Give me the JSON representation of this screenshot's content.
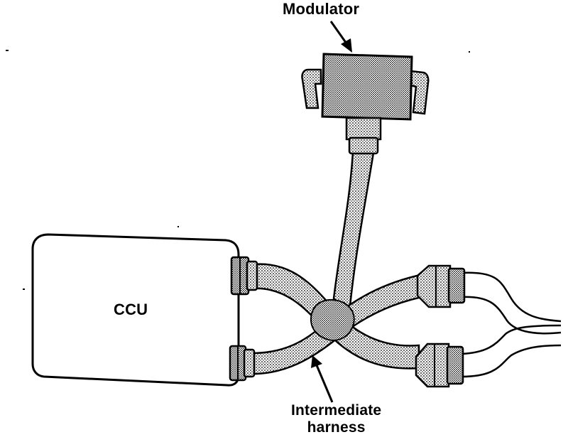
{
  "labels": {
    "modulator": "Modulator",
    "ccu": "CCU",
    "harness_line1": "Intermediate",
    "harness_line2": "harness"
  },
  "colors": {
    "ink": "#000000",
    "paper": "#ffffff",
    "stipple": "#9a9a9a"
  }
}
